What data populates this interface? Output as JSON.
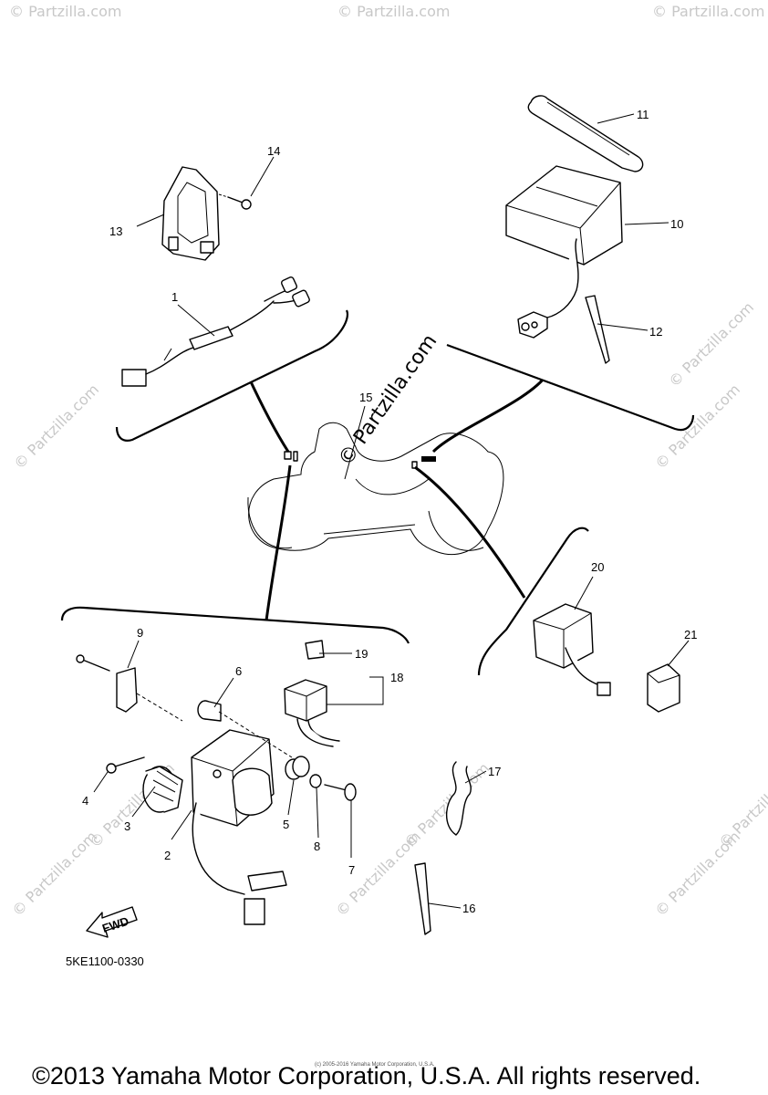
{
  "watermark": {
    "brand": "© Partzilla.com"
  },
  "callouts": {
    "p1": "1",
    "p2": "2",
    "p3": "3",
    "p4": "4",
    "p5": "5",
    "p6": "6",
    "p7": "7",
    "p8": "8",
    "p9": "9",
    "p10": "10",
    "p11": "11",
    "p12": "12",
    "p13": "13",
    "p14": "14",
    "p15": "15",
    "p16": "16",
    "p17": "17",
    "p18": "18",
    "p19": "19",
    "p20": "20",
    "p21": "21"
  },
  "fwd_label": "FWD",
  "diagram_code": "5KE1100-0330",
  "small_copyright": "(c) 2005-2016 Yamaha Motor Corporation, U.S.A.",
  "footer_copyright": "©2013 Yamaha Motor Corporation, U.S.A. All rights reserved."
}
